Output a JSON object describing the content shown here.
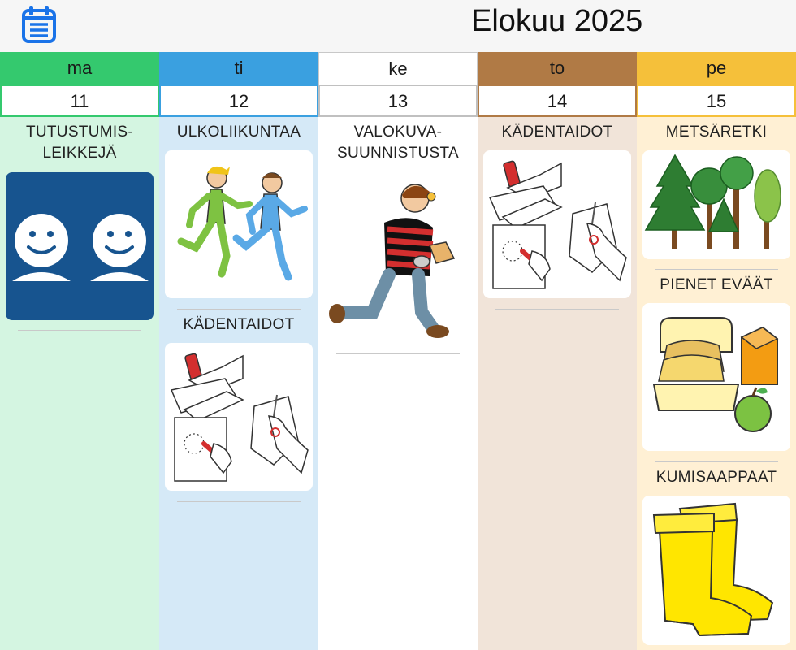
{
  "header": {
    "title": "Elokuu 2025",
    "calendar_icon": "calendar-icon"
  },
  "colors": {
    "ma": "#34c96e",
    "ti": "#3aa0e0",
    "ke": "#ffffff",
    "to": "#b07a45",
    "pe": "#f5c03a"
  },
  "days": [
    {
      "name": "ma",
      "number": "11",
      "activities": [
        {
          "label": "TUTUSTUMIS-\nLEIKKEJÄ",
          "icon": "smiley-faces-icon"
        }
      ]
    },
    {
      "name": "ti",
      "number": "12",
      "activities": [
        {
          "label": "ULKOLIIKUNTAA",
          "icon": "children-running-icon"
        },
        {
          "label": "KÄDENTAIDOT",
          "icon": "crafts-icon"
        }
      ]
    },
    {
      "name": "ke",
      "number": "13",
      "activities": [
        {
          "label": "VALOKUVA-\nSUUNNISTUSTA",
          "icon": "orienteering-icon"
        }
      ]
    },
    {
      "name": "to",
      "number": "14",
      "activities": [
        {
          "label": "KÄDENTAIDOT",
          "icon": "crafts-icon"
        }
      ]
    },
    {
      "name": "pe",
      "number": "15",
      "activities": [
        {
          "label": "METSÄRETKI",
          "icon": "forest-icon"
        },
        {
          "label": "PIENET EVÄÄT",
          "icon": "packed-lunch-icon"
        },
        {
          "label": "KUMISAAPPAAT",
          "icon": "rubber-boots-icon"
        }
      ]
    }
  ]
}
